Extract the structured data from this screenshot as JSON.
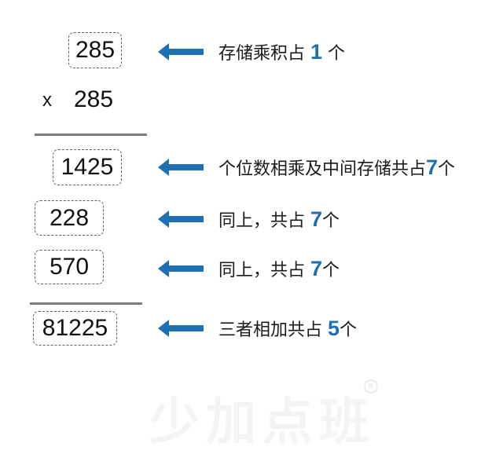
{
  "calculation": {
    "multiplicand": "285",
    "operator": "x",
    "multiplier": "285",
    "partial_products": [
      "1425",
      "228",
      "570"
    ],
    "result": "81225"
  },
  "annotations": [
    {
      "text": "存储乘积占 ",
      "count": "1",
      "suffix": " 个"
    },
    {
      "text": "个位数相乘及中间存储共占",
      "count": "7",
      "suffix": "个"
    },
    {
      "text": "同上，共占 ",
      "count": "7",
      "suffix": "个"
    },
    {
      "text": "同上，共占 ",
      "count": "7",
      "suffix": "个"
    },
    {
      "text": "三者相加共占 ",
      "count": "5",
      "suffix": "个"
    }
  ],
  "colors": {
    "arrow": "#1f6fb5",
    "highlight_number": "#1f6fb5",
    "rule": "#7a7e82",
    "box_border": "#5a6470"
  },
  "icons": {
    "arrow": "arrow-left-icon",
    "registered": "registered-trademark-icon"
  },
  "watermark": {
    "text": "少加点班",
    "mark": "R"
  }
}
